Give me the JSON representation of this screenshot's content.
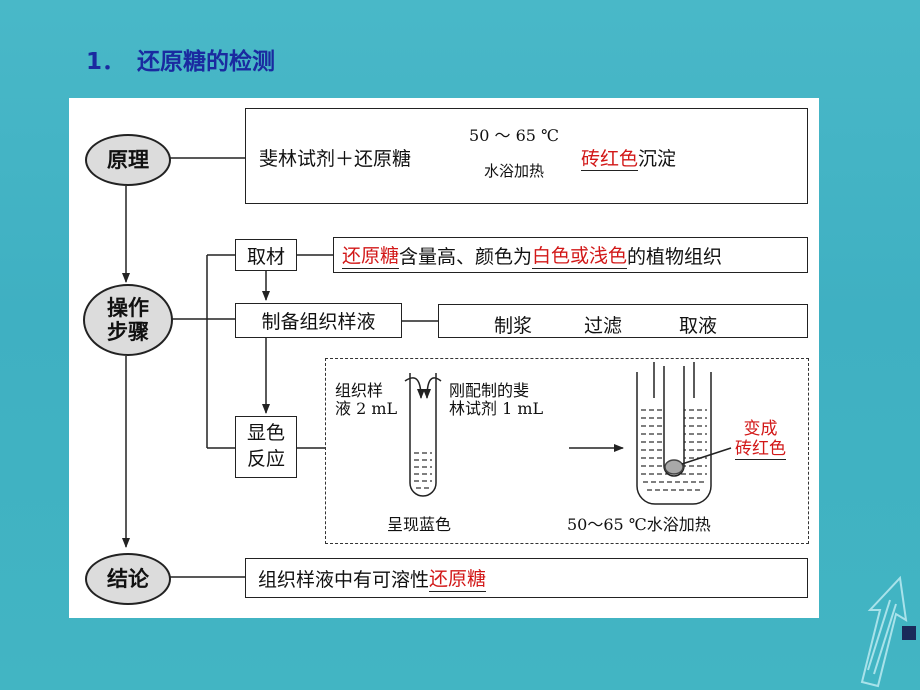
{
  "heading": {
    "number": "1．",
    "text": "还原糖的检测"
  },
  "ovals": {
    "principle": "原理",
    "steps_line1": "操作",
    "steps_line2": "步骤",
    "conclusion": "结论"
  },
  "principle": {
    "reactant": "斐林试剂＋还原糖",
    "condition_top": "50 ～ 65 ℃",
    "condition_bottom": "水浴加热",
    "product_highlight": "砖红色",
    "product_rest": "沉淀"
  },
  "steps": {
    "material_label": "取材",
    "material_red1": "还原糖",
    "material_text1": "含量高、颜色为",
    "material_red2": "白色或浅色",
    "material_text2": "的植物组织",
    "prepare_label": "制备组织样液",
    "prepare_s1": "制浆",
    "prepare_s2": "过滤",
    "prepare_s3": "取液",
    "reaction_label_line1": "显色",
    "reaction_label_line2": "反应"
  },
  "experiment": {
    "sample_line1": "组织样",
    "sample_line2": "液 2 mL",
    "reagent_line1": "刚配制的斐",
    "reagent_line2": "林试剂 1 mL",
    "before_caption": "呈现蓝色",
    "after_caption": "50～65 ℃水浴加热",
    "result_line1": "变成",
    "result_line2": "砖红色"
  },
  "conclusion": {
    "text": "组织样液中有可溶性",
    "highlight": "还原糖"
  }
}
